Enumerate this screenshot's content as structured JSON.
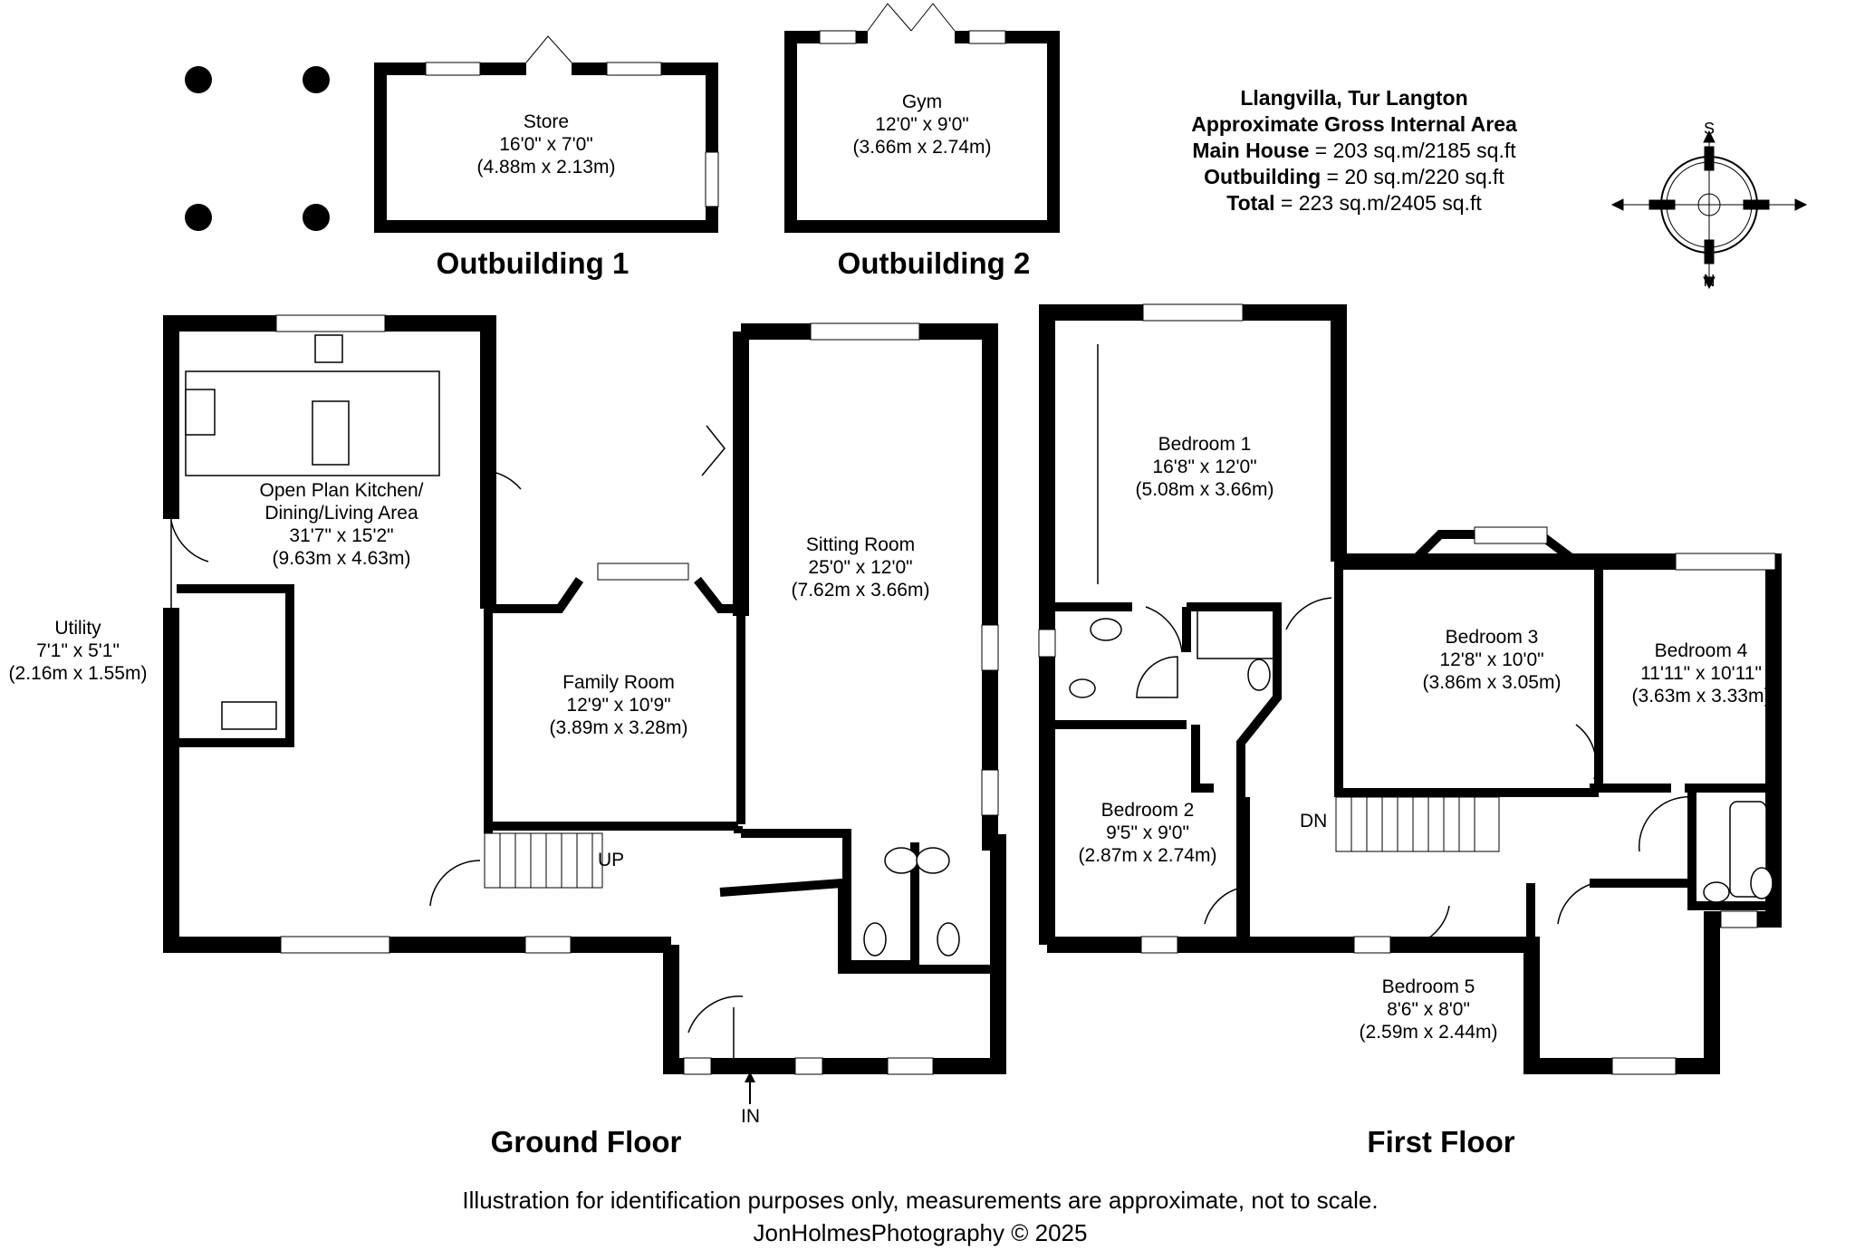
{
  "property": {
    "name": "Llangvilla, Tur Langton",
    "area_heading": "Approximate Gross Internal Area",
    "areas": [
      {
        "label": "Main House",
        "value": " = 203 sq.m/2185 sq.ft"
      },
      {
        "label": "Outbuilding",
        "value": " = 20 sq.m/220 sq.ft"
      },
      {
        "label": "Total",
        "value": " = 223 sq.m/2405 sq.ft"
      }
    ]
  },
  "compass": {
    "top": "S",
    "bottom": "N"
  },
  "headings": {
    "outbuilding1": "Outbuilding 1",
    "outbuilding2": "Outbuilding 2",
    "ground_floor": "Ground Floor",
    "first_floor": "First Floor"
  },
  "rooms": {
    "store": {
      "name": "Store",
      "imperial": "16'0\" x 7'0\"",
      "metric": "(4.88m x 2.13m)"
    },
    "gym": {
      "name": "Gym",
      "imperial": "12'0\" x 9'0\"",
      "metric": "(3.66m x 2.74m)"
    },
    "kitchen": {
      "name": "Open Plan Kitchen/",
      "name2": "Dining/Living Area",
      "imperial": "31'7\" x 15'2\"",
      "metric": "(9.63m x 4.63m)"
    },
    "utility": {
      "name": "Utility",
      "imperial": "7'1\" x 5'1\"",
      "metric": "(2.16m x 1.55m)"
    },
    "family": {
      "name": "Family Room",
      "imperial": "12'9\" x 10'9\"",
      "metric": "(3.89m x 3.28m)"
    },
    "sitting": {
      "name": "Sitting Room",
      "imperial": "25'0\" x 12'0\"",
      "metric": "(7.62m x 3.66m)"
    },
    "bed1": {
      "name": "Bedroom 1",
      "imperial": "16'8\" x 12'0\"",
      "metric": "(5.08m x 3.66m)"
    },
    "bed2": {
      "name": "Bedroom 2",
      "imperial": "9'5\" x 9'0\"",
      "metric": "(2.87m x 2.74m)"
    },
    "bed3": {
      "name": "Bedroom 3",
      "imperial": "12'8\" x 10'0\"",
      "metric": "(3.86m x 3.05m)"
    },
    "bed4": {
      "name": "Bedroom 4",
      "imperial": "11'11\" x 10'11\"",
      "metric": "(3.63m x 3.33m)"
    },
    "bed5": {
      "name": "Bedroom 5",
      "imperial": "8'6\" x 8'0\"",
      "metric": "(2.59m x 2.44m)"
    }
  },
  "labels": {
    "up": "UP",
    "down": "DN",
    "entrance": "IN"
  },
  "footer": {
    "disclaimer": "Illustration for identification purposes only, measurements are approximate, not to scale.",
    "credit": "JonHolmesPhotography © 2025"
  }
}
